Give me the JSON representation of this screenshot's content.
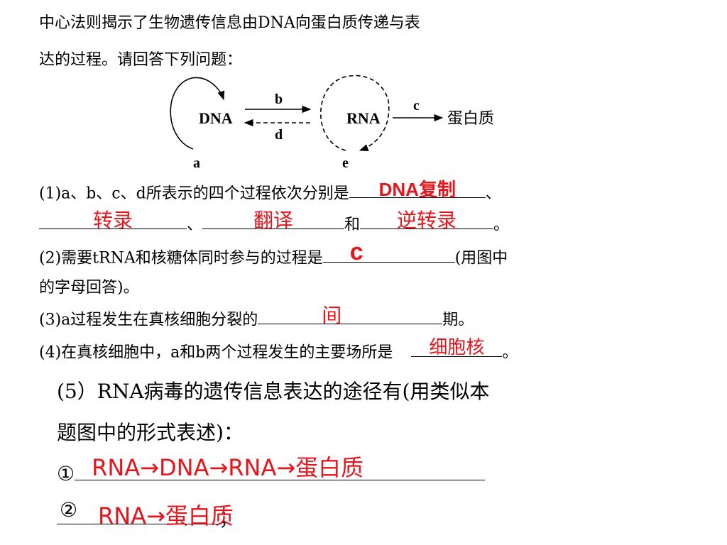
{
  "question": {
    "intro_line1": "中心法则揭示了生物遗传信息由DNA向蛋白质传递与表",
    "intro_line2": "达的过程。请回答下列问题："
  },
  "diagram": {
    "node_dna": "DNA",
    "node_rna": "RNA",
    "node_protein": "蛋白质",
    "label_a": "a",
    "label_b": "b",
    "label_c": "c",
    "label_d": "d",
    "label_e": "e"
  },
  "q1": {
    "text": "(1)a、b、c、d所表示的四个过程依次分别是",
    "sep1": "、",
    "sep2": "、",
    "sep3": "和",
    "end": "。",
    "answers": [
      "DNA复制",
      "转录",
      "翻译",
      "逆转录"
    ]
  },
  "q2": {
    "text": "(2)需要tRNA和核糖体同时参与的过程是",
    "after": "(用图中",
    "line2": "的字母回答)。",
    "answer": "c"
  },
  "q3": {
    "text": "(3)a过程发生在真核细胞分裂的",
    "after": "期。",
    "answer": "间"
  },
  "q4": {
    "text": "(4)在真核细胞中，a和b两个过程发生的主要场所是",
    "after": "。",
    "answer": "细胞核"
  },
  "q5": {
    "line1": "(5）RNA病毒的遗传信息表达的途径有(用类似本",
    "line2": "题图中的形式表述)：",
    "marker1": "①",
    "marker2": "②",
    "end2": "；",
    "answer1": "RNA→DNA→RNA→蛋白质",
    "answer2": "RNA→蛋白质"
  },
  "colors": {
    "answer": "#e8141b",
    "text": "#000000"
  }
}
